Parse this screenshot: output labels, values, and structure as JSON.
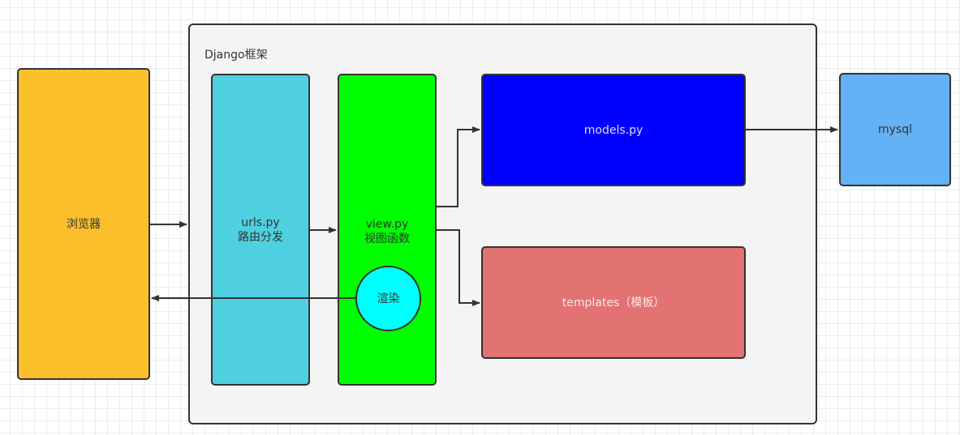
{
  "diagram": {
    "frame": {
      "title": "Django框架"
    },
    "nodes": {
      "browser": {
        "label": "浏览器",
        "color": "#fbbf2b"
      },
      "urls": {
        "line1": "urls.py",
        "line2": "路由分发",
        "color": "#4fd0e0"
      },
      "view": {
        "line1": "view.py",
        "line2": "视图函数",
        "color": "#00ff00"
      },
      "render": {
        "label": "渲染",
        "color": "#00ffff"
      },
      "models": {
        "label": "models.py",
        "color": "#0000ff"
      },
      "templates": {
        "label": "templates（模板）",
        "color": "#e37272"
      },
      "mysql": {
        "label": "mysql",
        "color": "#63b2f5"
      }
    },
    "edges": [
      {
        "from": "browser",
        "to": "urls"
      },
      {
        "from": "urls",
        "to": "view"
      },
      {
        "from": "view",
        "to": "models"
      },
      {
        "from": "view",
        "to": "templates"
      },
      {
        "from": "models",
        "to": "mysql"
      },
      {
        "from": "render",
        "to": "browser"
      }
    ]
  }
}
